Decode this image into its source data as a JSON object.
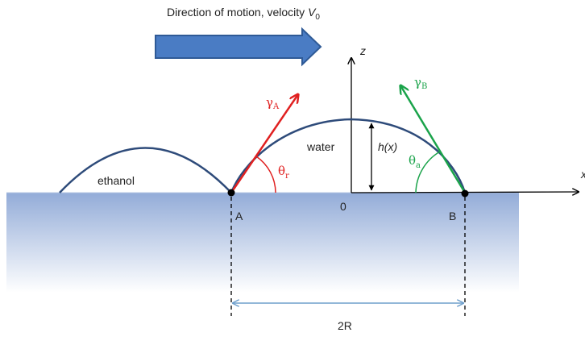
{
  "title": {
    "prefix": "Direction of motion, velocity ",
    "var": "V",
    "sub": "0"
  },
  "labels": {
    "z_axis": "z",
    "x_axis": "x",
    "water": "water",
    "ethanol": "ethanol",
    "height": "h(x)",
    "origin": "0",
    "point_a": "A",
    "point_b": "B",
    "span": "2R",
    "gamma": "γ",
    "gamma_a_sub": "A",
    "gamma_b_sub": "B",
    "theta": "θ",
    "theta_r_sub": "r",
    "theta_a_sub": "a"
  },
  "colors": {
    "substrate_top": "#93acd8",
    "substrate_bottom": "#ffffff",
    "droplet_outline": "#2e4b7a",
    "motion_arrow_fill": "#4a7cc4",
    "motion_arrow_stroke": "#2f5a96",
    "gamma_a": "#e02020",
    "gamma_b": "#1aa34a",
    "span_arrow": "#6e9fcc",
    "axis": "#000000"
  }
}
